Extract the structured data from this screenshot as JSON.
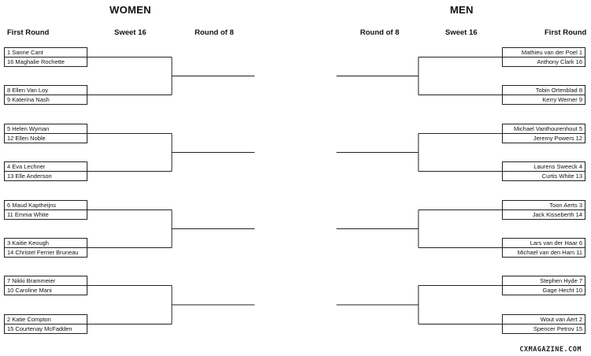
{
  "women": {
    "title": "WOMEN",
    "headers": {
      "first_round": "First Round",
      "sweet16": "Sweet 16",
      "round8": "Round of 8"
    },
    "pairs": [
      [
        "1 Sanne Cant",
        "16 Maghalie Rochette"
      ],
      [
        "8 Ellen Van Loy",
        "9 Katerina Nash"
      ],
      [
        "5 Helen Wyman",
        "12 Ellen Noble"
      ],
      [
        "4 Eva Lechner",
        "13 Elle Anderson"
      ],
      [
        "6 Maud Kaptheijns",
        "11 Emma White"
      ],
      [
        "3 Kaitie Keough",
        "14 Christel Ferrier Bruneau"
      ],
      [
        "7 Nikki Brammeier",
        "10 Caroline Mani"
      ],
      [
        "2 Katie Compton",
        "15 Courtenay McFadden"
      ]
    ]
  },
  "men": {
    "title": "MEN",
    "headers": {
      "round8": "Round of 8",
      "sweet16": "Sweet 16",
      "first_round": "First Round"
    },
    "pairs": [
      [
        "Mathieu van der Poel 1",
        "Anthony Clark 16"
      ],
      [
        "Tobin Ortenblad 8",
        "Kerry Werner 9"
      ],
      [
        "Michael Vanthourenhout 5",
        "Jeremy Powers 12"
      ],
      [
        "Laurens Sweeck 4",
        "Curtis White 13"
      ],
      [
        "Toon Aerts 3",
        "Jack Kisseberth 14"
      ],
      [
        "Lars van der Haar 6",
        "Michael van den Ham 11"
      ],
      [
        "Stephen Hyde 7",
        "Gage Hecht 10"
      ],
      [
        "Wout van Aert 2",
        "Spencer Petrov 15"
      ]
    ]
  },
  "watermark": "CXMAGAZINE.COM"
}
